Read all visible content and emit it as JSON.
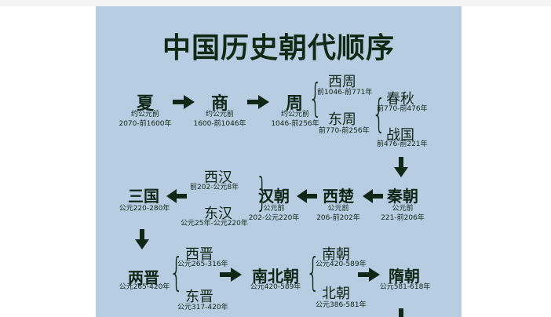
{
  "title": "中国历史朝代顺序",
  "row1": {
    "xia": {
      "name": "夏",
      "note": "约公元前",
      "range": "2070-前1600年"
    },
    "shang": {
      "name": "商",
      "note": "约公元前",
      "range": "1600-前1046年"
    },
    "zhou": {
      "name": "周",
      "note": "约公元前",
      "range": "1046-前256年"
    },
    "xizhou": {
      "name": "西周",
      "range": "前1046-前771年"
    },
    "dongzhou": {
      "name": "东周",
      "range": "前770-前256年"
    },
    "chunqiu": {
      "name": "春秋",
      "range": "前770-前476年"
    },
    "zhanguo": {
      "name": "战国",
      "range": "前476-前221年"
    }
  },
  "row2": {
    "qin": {
      "name": "秦朝",
      "note": "公元前",
      "range": "221-前206年"
    },
    "xichu": {
      "name": "西楚",
      "note": "公元前",
      "range": "206-前202年"
    },
    "han": {
      "name": "汉朝",
      "note": "公元前",
      "range": "202-公元220年"
    },
    "xihan": {
      "name": "西汉",
      "range": "前202-公元8年"
    },
    "donghan": {
      "name": "东汉",
      "range": "公元25年-公元220年"
    },
    "sanguo": {
      "name": "三国",
      "range": "公元220-280年"
    }
  },
  "row3": {
    "liangjin": {
      "name": "两晋",
      "range": "公元265-420年"
    },
    "xijin": {
      "name": "西晋",
      "range": "公元265-316年"
    },
    "dongjin": {
      "name": "东晋",
      "range": "公元317-420年"
    },
    "nanbei": {
      "name": "南北朝",
      "range": "公元420-589年"
    },
    "nanchao": {
      "name": "南朝",
      "range": "公元420-589年"
    },
    "beichao": {
      "name": "北朝",
      "range": "公元386-581年"
    },
    "sui": {
      "name": "隋朝",
      "range": "公元581-618年"
    }
  },
  "colors": {
    "background": "#b6cde2",
    "ink": "#0e2716"
  }
}
